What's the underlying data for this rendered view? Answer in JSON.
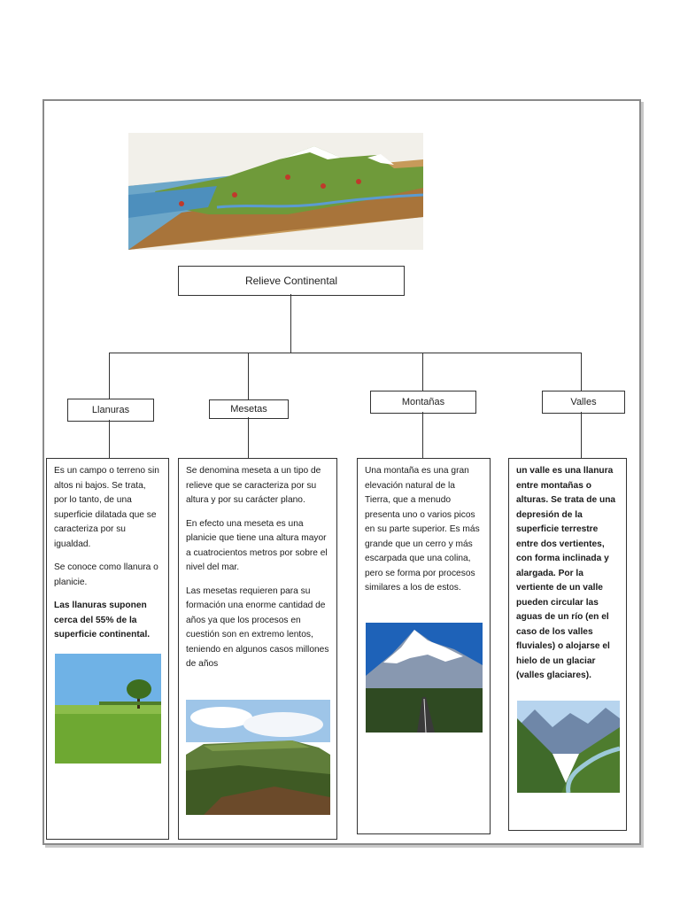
{
  "root": {
    "label": "Relieve Continental"
  },
  "categories": [
    {
      "label": "Llanuras"
    },
    {
      "label": "Mesetas"
    },
    {
      "label": "Montañas"
    },
    {
      "label": "Valles"
    }
  ],
  "llanuras": {
    "p1": "Es un campo o terreno sin altos ni bajos. Se trata, por lo tanto, de una superficie dilatada que se caracteriza por su igualdad.",
    "p2": "Se conoce como llanura o planicie.",
    "p3": "Las llanuras suponen cerca del 55% de la superficie continental."
  },
  "mesetas": {
    "p1": "Se denomina meseta a un tipo de relieve que se caracteriza por su altura y por su carácter plano.",
    "p2": "En efecto una meseta es una planicie que tiene una altura mayor a cuatrocientos metros por sobre el nivel del mar.",
    "p3": "Las mesetas requieren para su formación una enorme cantidad de años ya que los procesos en cuestión son en extremo lentos, teniendo en algunos casos millones de años"
  },
  "montanas": {
    "p1": "Una montaña es una gran elevación natural de la Tierra, que a menudo presenta uno o varios picos en su parte superior. Es más grande que un cerro y más escarpada que una colina, pero se forma por procesos similares a los de estos."
  },
  "valles": {
    "p1": "un valle es una llanura entre montañas o alturas. Se trata de una depresión de la superficie terrestre entre dos vertientes, con forma inclinada y alargada. Por la vertiente de un valle pueden circular las aguas de un río (en el caso de los valles fluviales) o alojarse el hielo de un glaciar (valles glaciares)."
  }
}
